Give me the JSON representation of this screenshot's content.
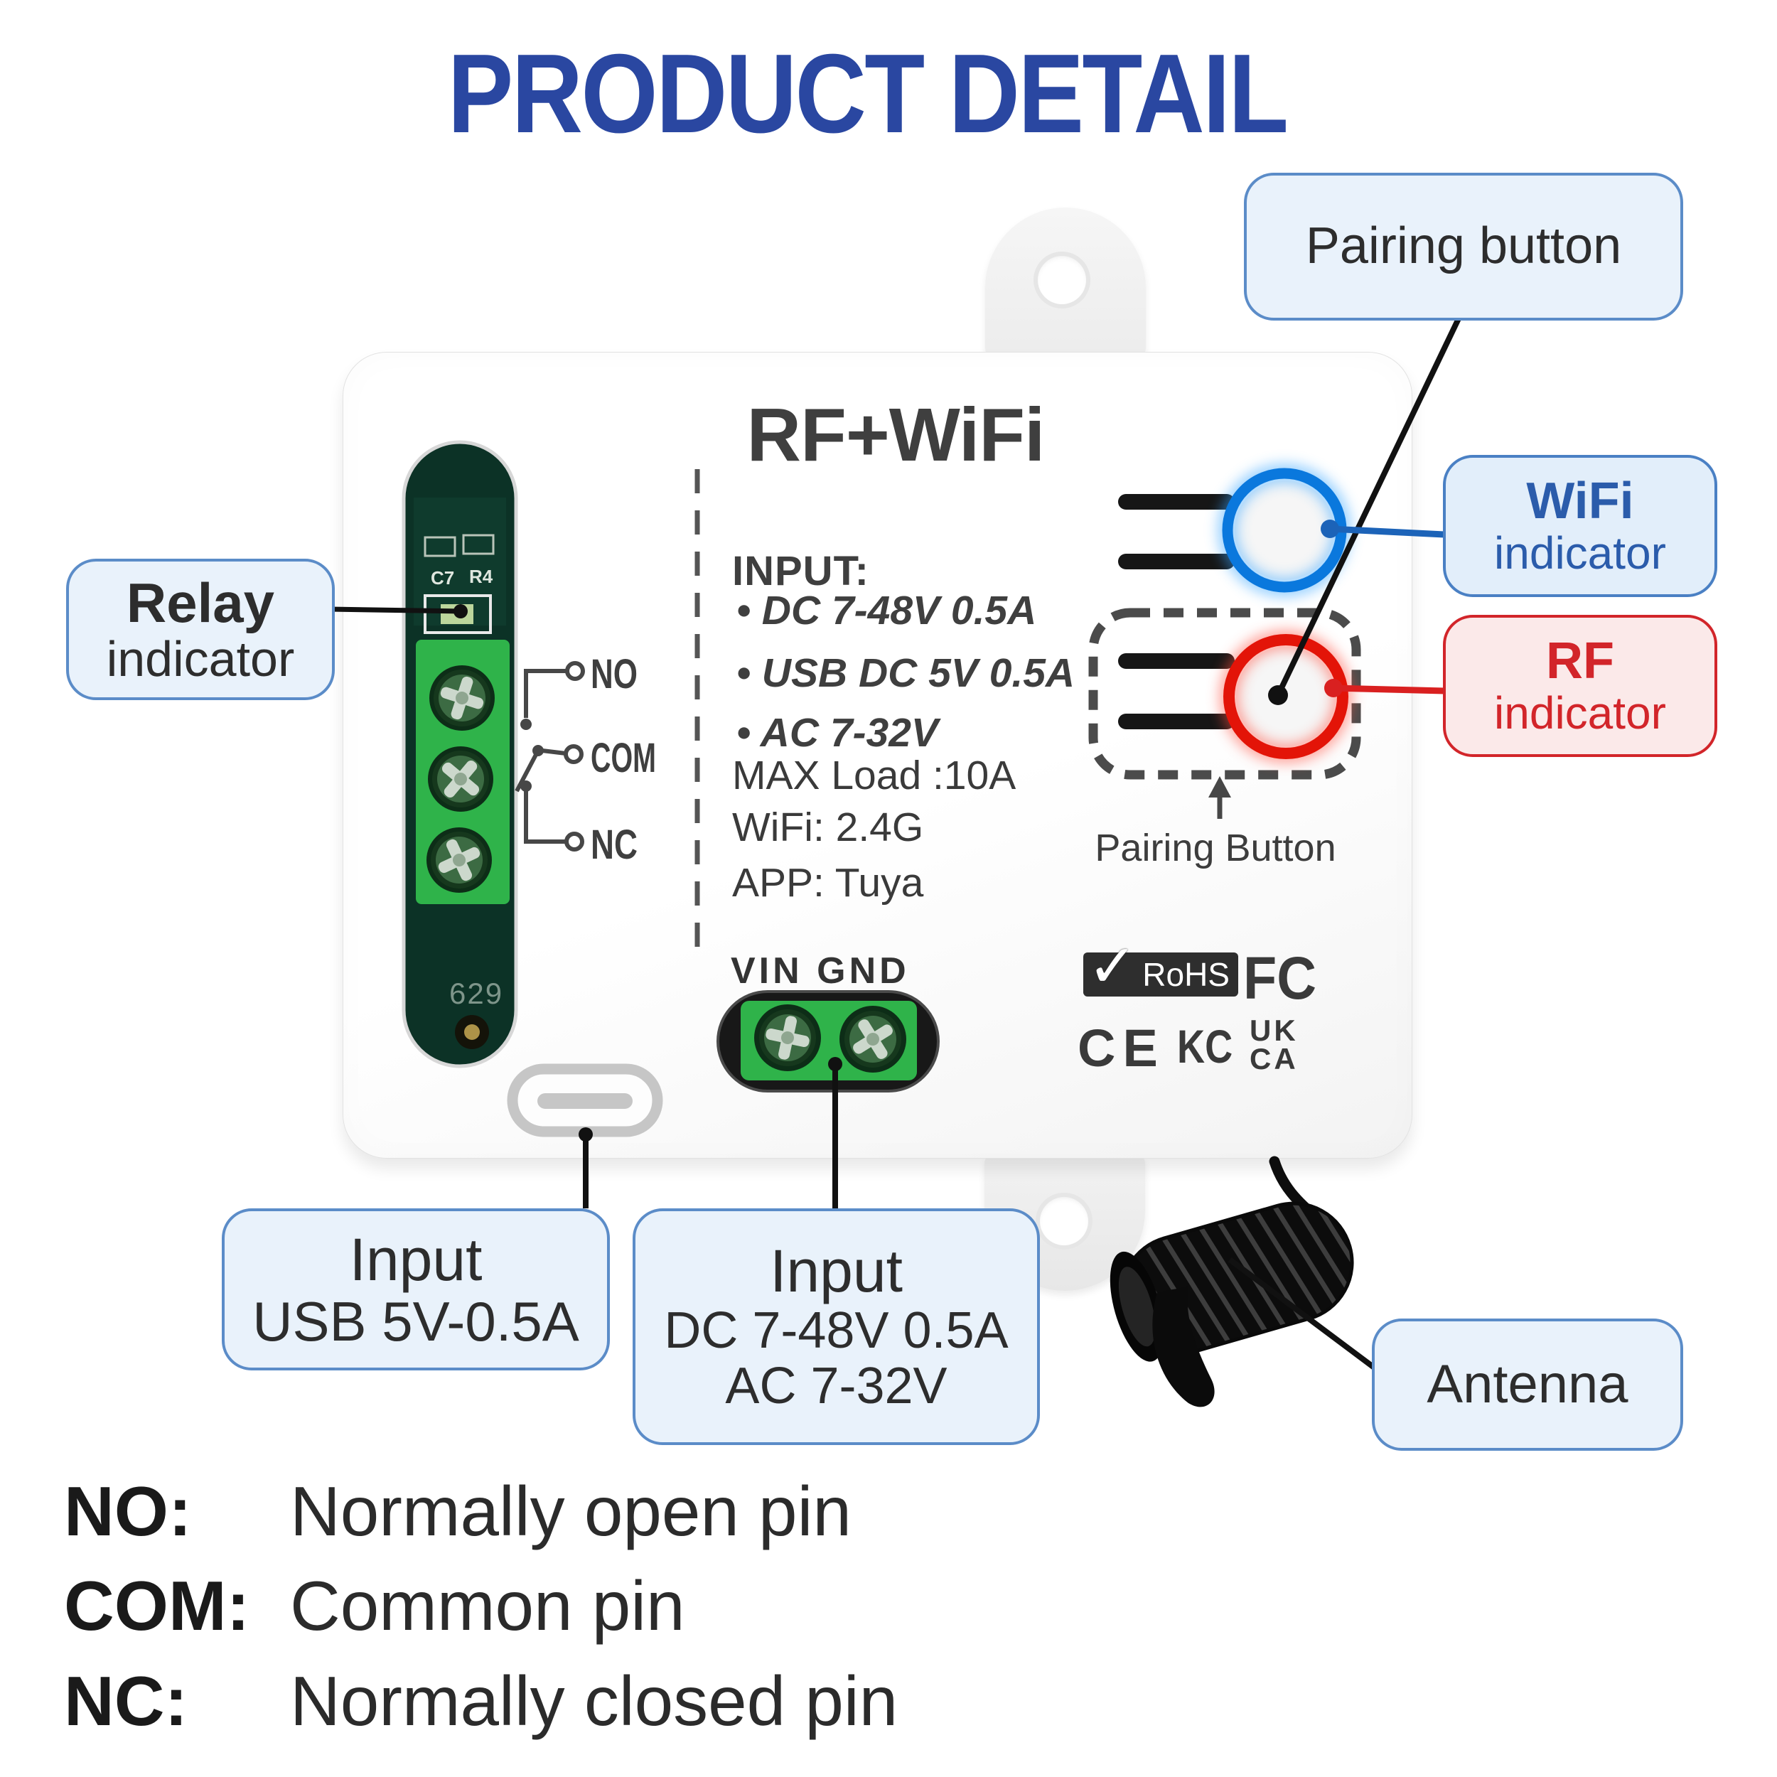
{
  "title": "PRODUCT DETAIL",
  "device": {
    "model": "RF+WiFi",
    "input_heading": "INPUT:",
    "input_items": [
      "• DC 7-48V 0.5A",
      "• USB DC 5V 0.5A",
      "• AC 7-32V"
    ],
    "specs": [
      "MAX Load :10A",
      "WiFi: 2.4G",
      "APP: Tuya"
    ],
    "terminal_label": "VIN GND",
    "pairing_caption": "Pairing Button",
    "relay_pins": [
      "NO",
      "COM",
      "NC"
    ],
    "pcb": {
      "c7": "C7",
      "r4": "R4",
      "code": "629"
    },
    "certs": {
      "check": "✓",
      "rohs": "RoHS",
      "fcc": "FC",
      "ce": "CE",
      "kc": "KC",
      "ukca_line1": "UK",
      "ukca_line2": "CA"
    }
  },
  "callouts": {
    "pairing": "Pairing button",
    "wifi": {
      "line1": "WiFi",
      "line2": "indicator"
    },
    "rf": {
      "line1": "RF",
      "line2": "indicator"
    },
    "relay": {
      "line1": "Relay",
      "line2": "indicator"
    },
    "input_usb": {
      "line1": "Input",
      "line2": "USB 5V-0.5A"
    },
    "input_dc": {
      "line1": "Input",
      "line2": "DC 7-48V 0.5A",
      "line3": "AC 7-32V"
    },
    "antenna": "Antenna"
  },
  "legend": [
    {
      "term": "NO:",
      "definition": "Normally open pin"
    },
    {
      "term": "COM:",
      "definition": "Common pin"
    },
    {
      "term": "NC:",
      "definition": "Normally closed pin"
    }
  ],
  "colors": {
    "title_blue": "#2a47a1",
    "callout_border_blue": "#5b8cc8",
    "callout_fill_blue": "#e9f2fb",
    "wifi_text_blue": "#2b5cab",
    "rf_text_red": "#d2252a",
    "wifi_ring_blue": "#0a78dd",
    "rf_ring_red": "#e31408",
    "pcb_bright_green": "#2fb34a",
    "pcb_dark_green": "#0c3226",
    "device_print_gray": "#3f3f3f"
  }
}
